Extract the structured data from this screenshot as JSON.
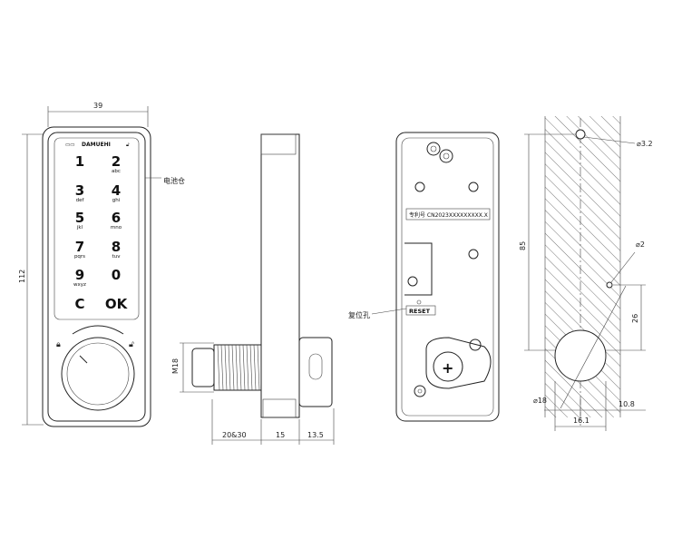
{
  "front_view": {
    "width_dim": "39",
    "height_dim": "112",
    "brand": "DAMUEHI",
    "battery_label": "电池仓",
    "keys": [
      {
        "main": "1",
        "sub": ""
      },
      {
        "main": "2",
        "sub": "abc"
      },
      {
        "main": "3",
        "sub": "def"
      },
      {
        "main": "4",
        "sub": "ghi"
      },
      {
        "main": "5",
        "sub": "jkl"
      },
      {
        "main": "6",
        "sub": "mno"
      },
      {
        "main": "7",
        "sub": "pqrs"
      },
      {
        "main": "8",
        "sub": "tuv"
      },
      {
        "main": "9",
        "sub": "wxyz"
      },
      {
        "main": "0",
        "sub": ""
      },
      {
        "main": "C",
        "sub": ""
      },
      {
        "main": "OK",
        "sub": ""
      }
    ]
  },
  "side_view": {
    "thread_dim": "M18",
    "dims": [
      "20&30",
      "15",
      "13.5"
    ]
  },
  "back_view": {
    "patent_label": "专利号 CN2023XXXXXXXXX.X",
    "reset_label": "RESET",
    "reset_hole_label": "复位孔"
  },
  "cutout_view": {
    "hole_small": "⌀3.2",
    "hole_pin": "⌀2",
    "hole_big": "⌀18",
    "dim_85": "85",
    "dim_26": "26",
    "dim_10_8": "10.8",
    "dim_16_1": "16.1"
  }
}
